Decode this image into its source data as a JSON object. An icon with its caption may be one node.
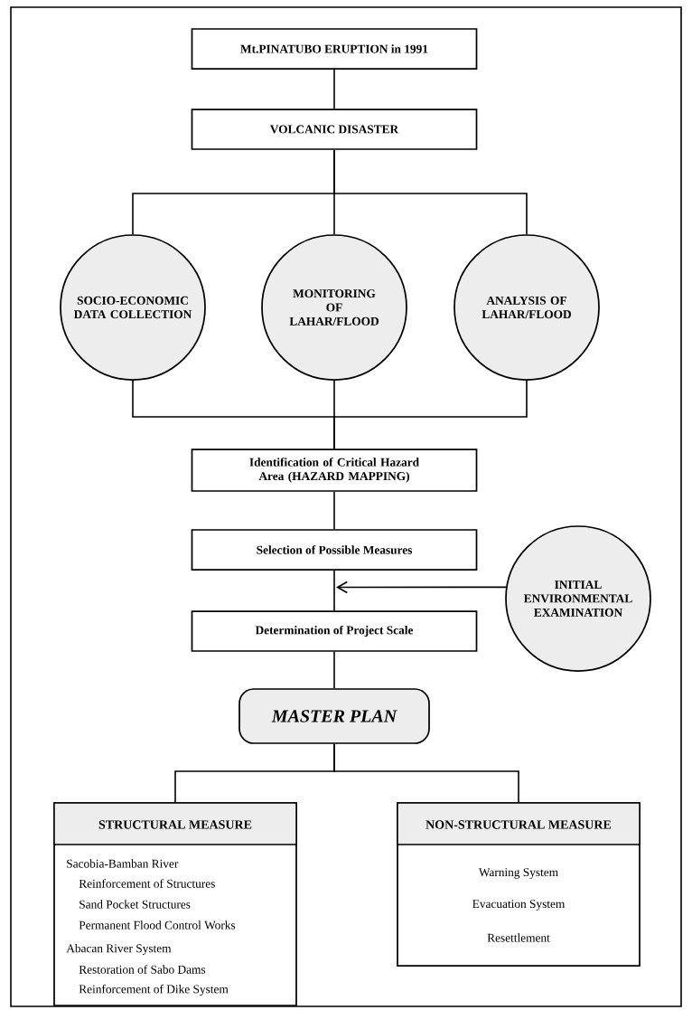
{
  "diagram": {
    "nodes": [
      {
        "text": [
          "Mt.PINATUBO ERUPTION in 1991"
        ]
      },
      {
        "text": [
          "VOLCANIC DISASTER"
        ]
      },
      {
        "text": [
          "SOCIO-ECONOMIC DATA COLLECTION"
        ]
      },
      {
        "text": [
          "MONITORING OF LAHAR/FLOOD"
        ]
      },
      {
        "text": [
          "ANALYSIS OF LAHAR/FLOOD"
        ]
      },
      {
        "text": [
          "Identification of Critical Hazard Area (HAZARD MAPPING)"
        ]
      },
      {
        "text": [
          "Selection of Possible Measures"
        ]
      },
      {
        "text": [
          "INITIAL ENVIRONMENTAL EXAMINATION"
        ]
      },
      {
        "text": [
          "Determination of Project Scale"
        ]
      },
      {
        "text": [
          "MASTER PLAN"
        ]
      },
      {
        "text": [
          "STRUCTURAL MEASURE",
          "Sacobia-Bamban River",
          "Reinforcement of Structures",
          "Sand Pocket Structures",
          "Permanent Flood Control Works",
          "Abacan River System",
          "Restoration of Sabo Dams",
          "Reinforcement of Dike System"
        ]
      },
      {
        "text": [
          "NON-STRUCTURAL MEASURE",
          "Warning System",
          "Evacuation System",
          "Resettlement"
        ]
      }
    ],
    "edges": [
      {
        "from": 0,
        "to": 1,
        "arrow": "none"
      },
      {
        "from": 1,
        "to": 2,
        "arrow": "none"
      },
      {
        "from": 1,
        "to": 3,
        "arrow": "none"
      },
      {
        "from": 1,
        "to": 4,
        "arrow": "none"
      },
      {
        "from": 2,
        "to": 5,
        "arrow": "none"
      },
      {
        "from": 3,
        "to": 5,
        "arrow": "none"
      },
      {
        "from": 4,
        "to": 5,
        "arrow": "none"
      },
      {
        "from": 5,
        "to": 6,
        "arrow": "none"
      },
      {
        "from": 6,
        "to": 8,
        "arrow": "none"
      },
      {
        "from": 7,
        "to": null,
        "arrow": "to"
      },
      {
        "from": 8,
        "to": 9,
        "arrow": "none"
      },
      {
        "from": 9,
        "to": 10,
        "arrow": "none"
      },
      {
        "from": 9,
        "to": 11,
        "arrow": "none"
      }
    ]
  }
}
